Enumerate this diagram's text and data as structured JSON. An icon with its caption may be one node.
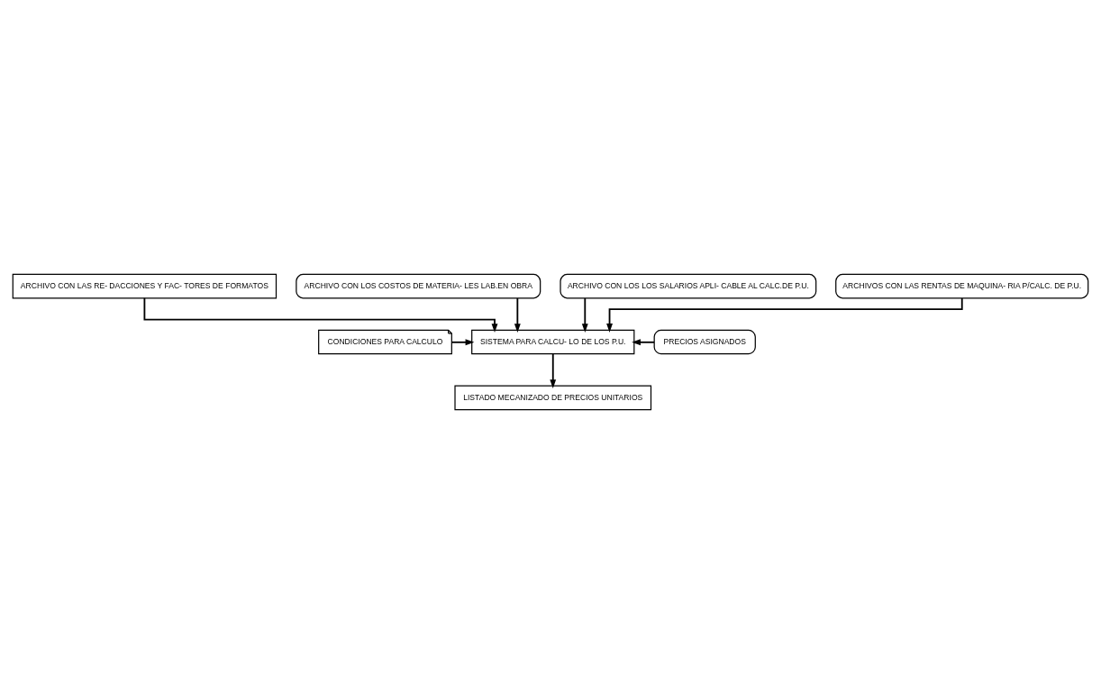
{
  "diagram": {
    "nodes": [
      {
        "text": [
          "ARCHIVO CON LAS RE- DACCIONES Y FAC- TORES DE FORMATOS"
        ]
      },
      {
        "text": [
          "ARCHIVO CON LOS COSTOS DE MATERIA- LES LAB.EN OBRA"
        ]
      },
      {
        "text": [
          "ARCHIVO CON LOS LOS SALARIOS APLI- CABLE AL CALC.DE P.U."
        ]
      },
      {
        "text": [
          "ARCHIVOS CON LAS RENTAS DE MAQUINA- RIA P/CALC. DE P.U."
        ]
      },
      {
        "text": [
          "CONDICIONES PARA CALCULO"
        ]
      },
      {
        "text": [
          "SISTEMA PARA CALCU- LO DE LOS P.U."
        ]
      },
      {
        "text": [
          "PRECIOS ASIGNADOS"
        ]
      },
      {
        "text": [
          "LISTADO MECANIZADO DE PRECIOS UNITARIOS"
        ]
      }
    ],
    "edges": [
      {
        "from": 0,
        "to": 5,
        "arrow": "to"
      },
      {
        "from": 1,
        "to": 5,
        "arrow": "to"
      },
      {
        "from": 2,
        "to": 5,
        "arrow": "to"
      },
      {
        "from": 3,
        "to": 5,
        "arrow": "to"
      },
      {
        "from": 4,
        "to": 5,
        "arrow": "to"
      },
      {
        "from": 6,
        "to": 5,
        "arrow": "to"
      },
      {
        "from": 5,
        "to": 7,
        "arrow": "to"
      }
    ]
  }
}
